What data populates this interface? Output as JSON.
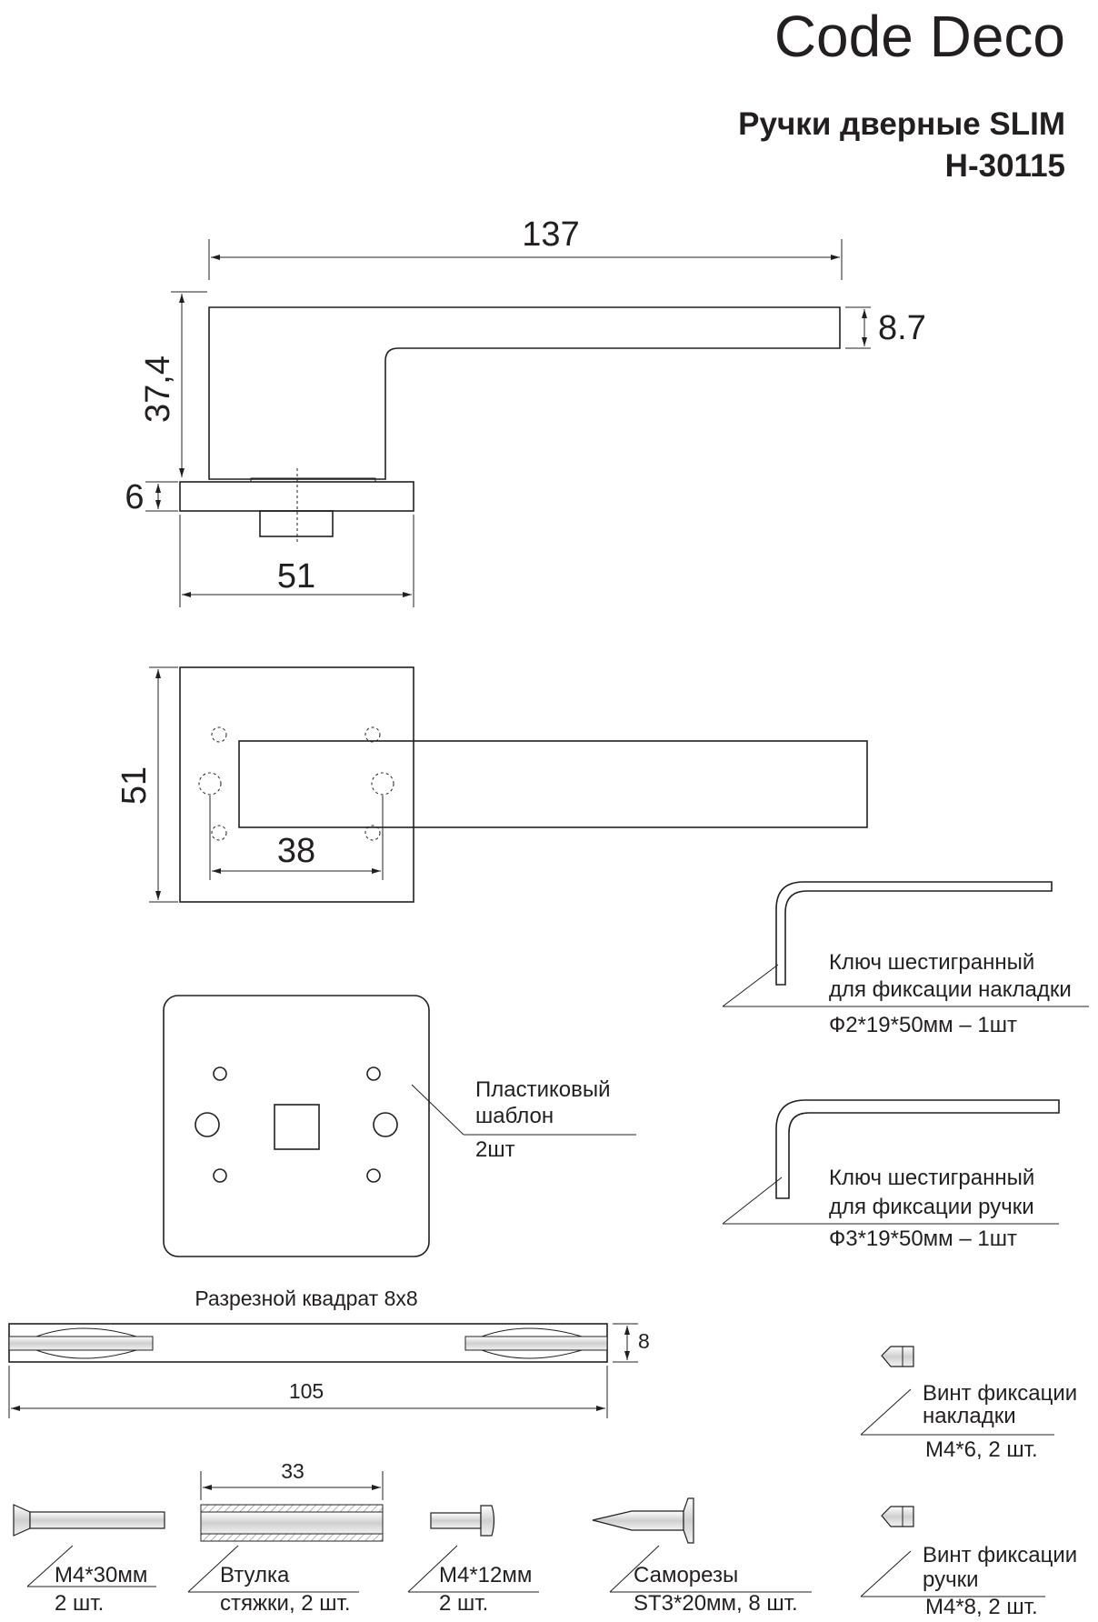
{
  "brand": "Code Deco",
  "title_line1": "Ручки дверные SLIM",
  "title_line2": "H-30115",
  "side_view": {
    "dim_length": "137",
    "dim_height": "37,4",
    "dim_thickness": "8.7",
    "dim_rose_thickness": "6",
    "dim_rose_width": "51"
  },
  "front_view": {
    "dim_rose_height": "51",
    "dim_hole_spacing": "38"
  },
  "template": {
    "label_line1": "Пластиковый",
    "label_line2": "шаблон",
    "qty": "2шт"
  },
  "hex_key_rose": {
    "line1": "Ключ шестигранный",
    "line2": "для фиксации накладки",
    "spec": "Ф2*19*50мм – 1шт"
  },
  "hex_key_handle": {
    "line1": "Ключ шестигранный",
    "line2": "для фиксации ручки",
    "spec": "Ф3*19*50мм – 1шт"
  },
  "spindle": {
    "title": "Разрезной квадрат 8х8",
    "dim_height": "8",
    "dim_length": "105"
  },
  "screw_rose": {
    "line1": "Винт фиксации",
    "line2": "накладки",
    "spec": "М4*6, 2 шт."
  },
  "screw_handle": {
    "line1": "Винт фиксации",
    "line2": "ручки",
    "spec": "М4*8, 2 шт."
  },
  "bolt_long": {
    "spec": "М4*30мм",
    "qty": "2 шт."
  },
  "sleeve": {
    "dim_length": "33",
    "line1": "Втулка",
    "line2": "стяжки, 2 шт."
  },
  "bolt_short": {
    "spec": "М4*12мм",
    "qty": "2 шт."
  },
  "self_tapping": {
    "line1": "Саморезы",
    "line2": "ST3*20мм, 8 шт."
  }
}
